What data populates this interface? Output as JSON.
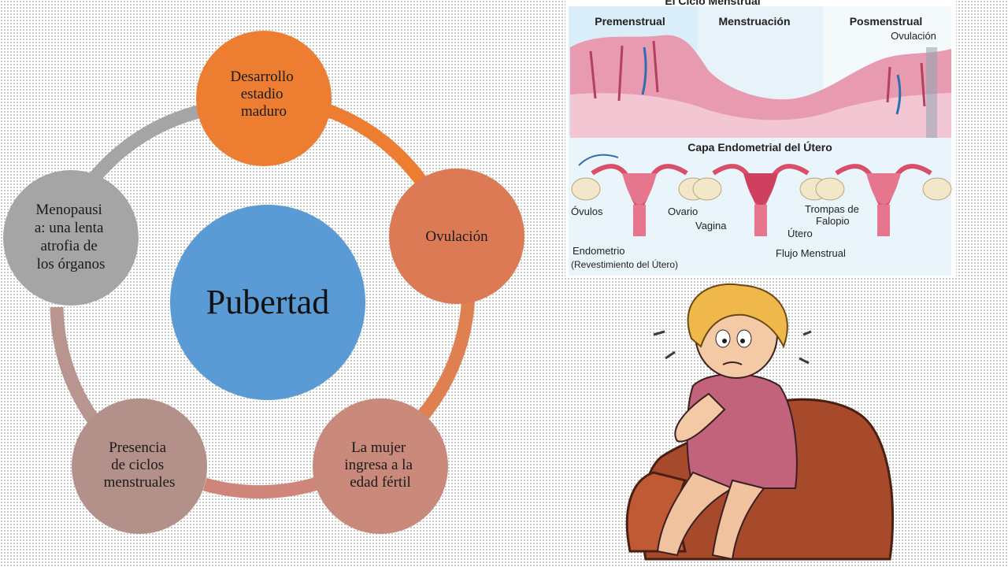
{
  "cycle": {
    "center": "Pubertad",
    "nodes": [
      {
        "lines": [
          "Desarrollo",
          "estadio",
          "maduro"
        ],
        "color": "#ed7d31"
      },
      {
        "lines": [
          "Ovulación"
        ],
        "color": "#dc7a55"
      },
      {
        "lines": [
          "La mujer",
          "ingresa  a la",
          "edad fértil"
        ],
        "color": "#c98a7b"
      },
      {
        "lines": [
          "Presencia",
          "de ciclos",
          "menstruales"
        ],
        "color": "#b4908b"
      },
      {
        "lines": [
          "Menopausi",
          "a: una lenta",
          "atrofia de",
          "los órganos"
        ],
        "color": "#a5a5a5"
      }
    ],
    "center_color": "#5b9bd5"
  },
  "uterus_diagram": {
    "title": "El Ciclo Menstrual",
    "phases": [
      "Premenstrual",
      "Menstruación",
      "Posmenstrual"
    ],
    "ovulation_label": "Ovulación",
    "layer_title": "Capa Endometrial del Útero",
    "labels": {
      "ovulos": "Óvulos",
      "ovario": "Ovario",
      "trompas_1": "Trompas de",
      "trompas_2": "Falopio",
      "vagina": "Vagina",
      "utero": "Útero",
      "endometrio": "Endometrio",
      "revestimiento": "(Revestimiento del Útero)",
      "flujo": "Flujo Menstrual"
    }
  }
}
